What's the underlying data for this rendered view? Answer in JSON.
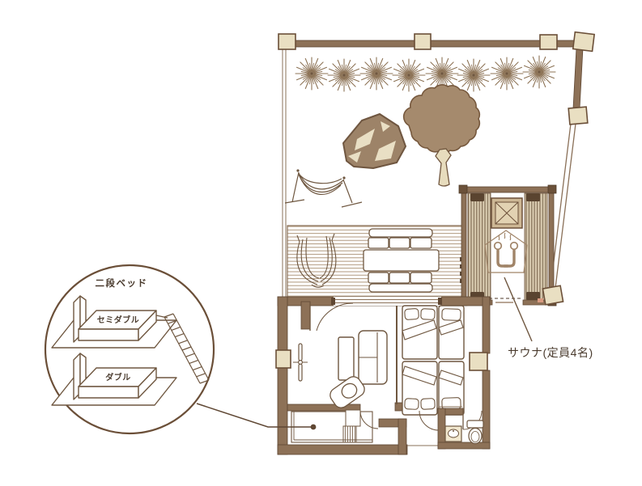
{
  "inset": {
    "title": "二段ベッド",
    "upper_bed_label": "セミダブル",
    "lower_bed_label": "ダブル"
  },
  "sauna": {
    "label": "サウナ(定員4名)"
  },
  "colors": {
    "wall_brown": "#8d7157",
    "line_brown": "#5f4733",
    "furniture_outline": "#6f5740",
    "post_beige": "#e9dfc2",
    "tree_canopy": "#a58a6d",
    "rock_brown": "#9d8368",
    "label_text": "#4a3b2e"
  },
  "features": {
    "areas": [
      "garden-terrace",
      "wood-deck",
      "sauna-room",
      "living-room",
      "bedroom",
      "bunk-bed-room",
      "toilet",
      "hallway"
    ],
    "garden": [
      "hedge-shrubs",
      "rock",
      "tree",
      "hammock"
    ],
    "deck": [
      "hanging-chair",
      "outdoor-sofa-set",
      "outdoor-table"
    ],
    "sauna_room": [
      "sauna-stove",
      "sauna-benches",
      "sauna-capacity-icon"
    ],
    "living_room": [
      "entrance-door",
      "casement-window",
      "low-table",
      "sofa",
      "armchair"
    ],
    "bedroom_beds": [
      "double-bed",
      "single-bed",
      "double-bed",
      "single-bed"
    ],
    "toilet": [
      "toilet-bowl",
      "wash-basin"
    ]
  }
}
